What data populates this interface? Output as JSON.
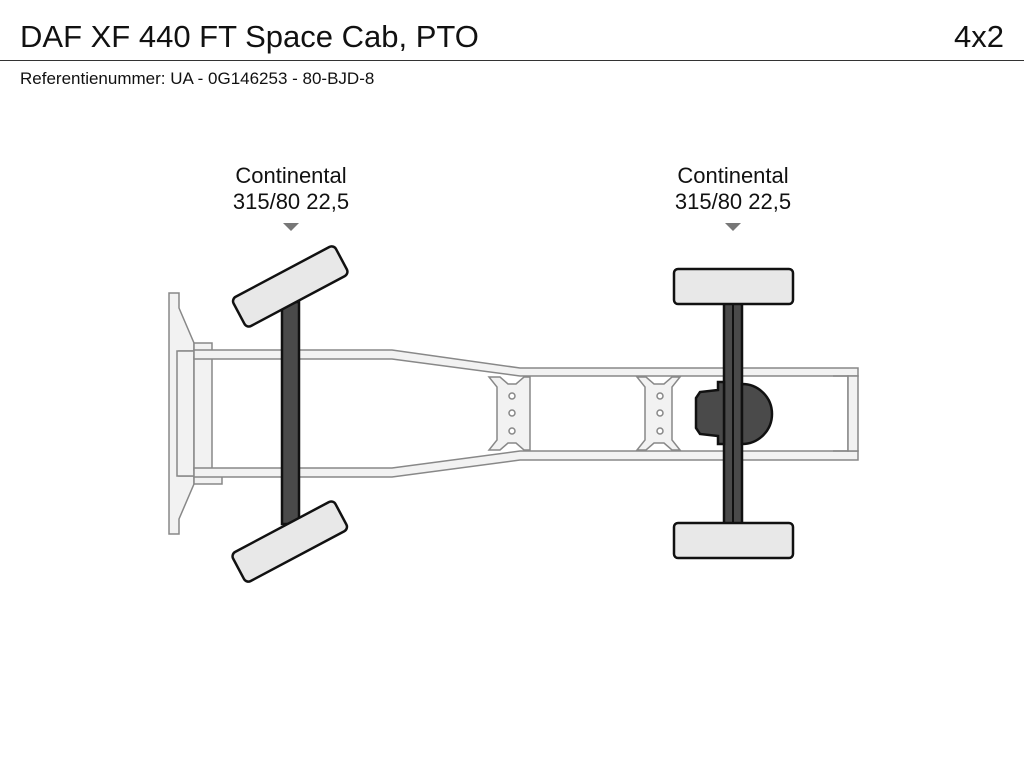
{
  "header": {
    "title": "DAF XF 440 FT Space Cab, PTO",
    "axle_configuration": "4x2",
    "reference": "Referentienummer: UA - 0G146253 - 80-BJD-8"
  },
  "axles": [
    {
      "name": "front-axle",
      "tire_brand": "Continental",
      "tire_size": "315/80 22,5"
    },
    {
      "name": "rear-axle",
      "tire_brand": "Continental",
      "tire_size": "315/80 22,5"
    }
  ],
  "colors": {
    "frame_stroke": "#888888",
    "frame_fill": "#f2f2f2",
    "tire_fill": "#e8e8e8",
    "axle_fill": "#4a4a4a",
    "outline": "#111111"
  }
}
